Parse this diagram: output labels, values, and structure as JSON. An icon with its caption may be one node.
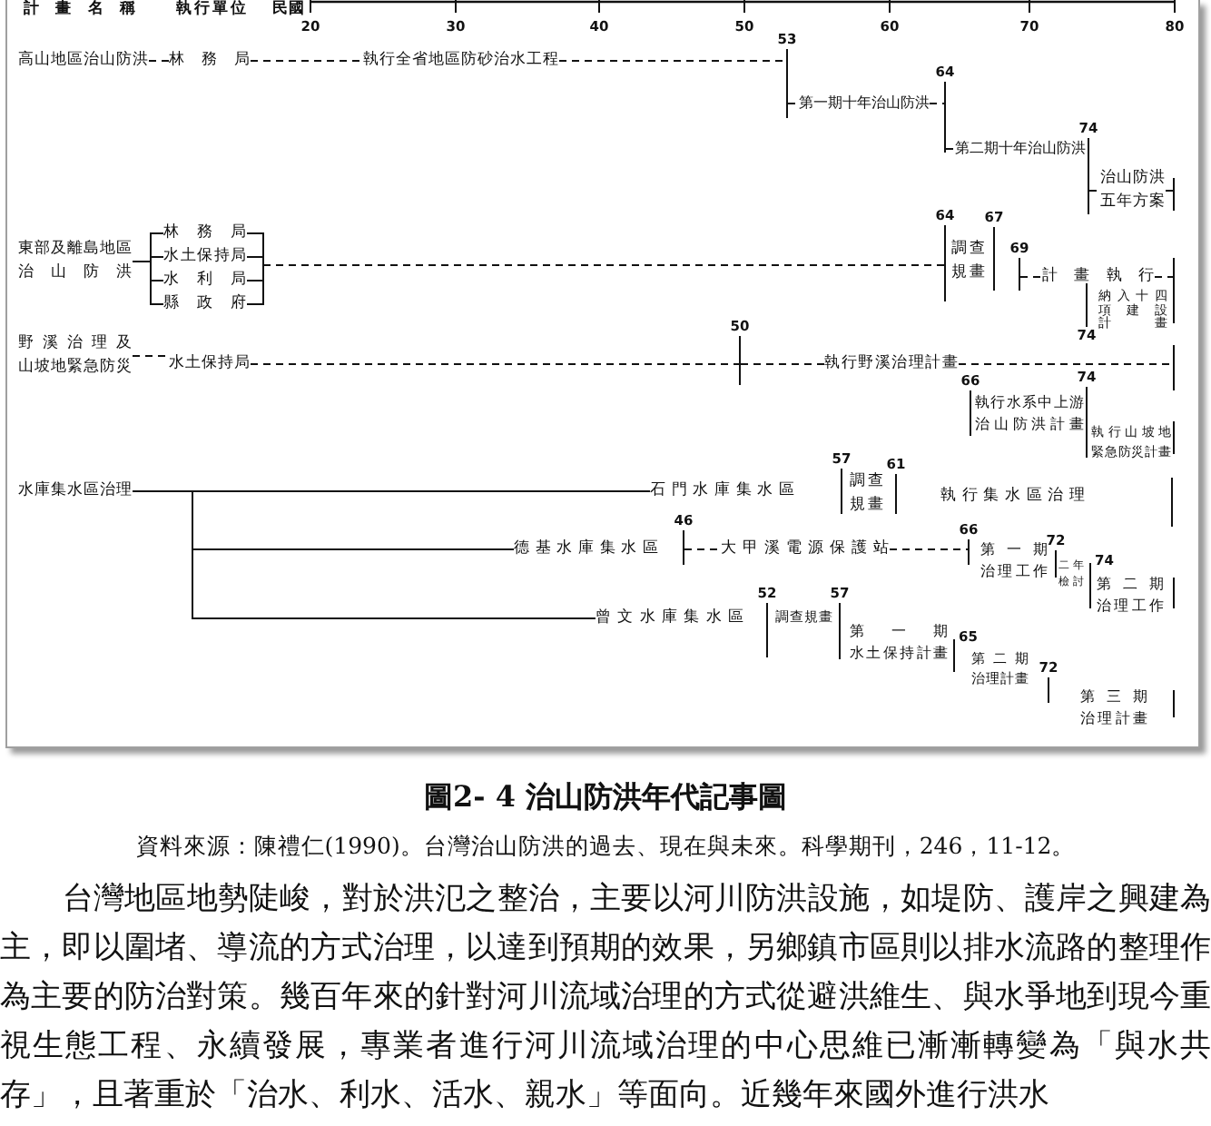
{
  "diagram": {
    "caption": "圖2- 4 治山防洪年代記事圖",
    "nodes": [
      {
        "text": [
          "高山地區治山防洪"
        ]
      },
      {
        "text": [
          "林務局"
        ]
      },
      {
        "text": [
          "執行全省地區防砂治水工程"
        ]
      },
      {
        "text": [],
        "shape": "bar",
        "beside": [
          "53"
        ]
      },
      {
        "text": [
          "第一期十年治山防洪"
        ]
      },
      {
        "text": [],
        "shape": "bar",
        "beside": [
          "64"
        ]
      },
      {
        "text": [
          "第二期十年治山防洪"
        ]
      },
      {
        "text": [],
        "shape": "bar",
        "beside": [
          "74"
        ]
      },
      {
        "text": [
          "治山防洪五年方案"
        ]
      },
      {
        "text": [],
        "shape": "bar"
      },
      {
        "text": [
          "東部及離島地區治山防洪"
        ]
      },
      {
        "text": [
          "林務局"
        ]
      },
      {
        "text": [
          "水土保持局"
        ]
      },
      {
        "text": [
          "水利局"
        ]
      },
      {
        "text": [
          "縣政府"
        ]
      },
      {
        "text": [],
        "shape": "bar",
        "beside": [
          "64"
        ]
      },
      {
        "text": [
          "調查規畫"
        ]
      },
      {
        "text": [],
        "shape": "bar",
        "beside": [
          "67"
        ]
      },
      {
        "text": [],
        "shape": "bar",
        "beside": [
          "69"
        ]
      },
      {
        "text": [
          "計畫執行"
        ]
      },
      {
        "text": [],
        "shape": "bar",
        "beside": [
          "74"
        ]
      },
      {
        "text": [
          "納入十四項建設計畫"
        ]
      },
      {
        "text": [],
        "shape": "bar"
      },
      {
        "text": [
          "野溪治理及山坡地緊急防災"
        ]
      },
      {
        "text": [
          "水土保持局"
        ]
      },
      {
        "text": [],
        "shape": "bar",
        "beside": [
          "50"
        ]
      },
      {
        "text": [
          "執行野溪治理計畫"
        ]
      },
      {
        "text": [],
        "shape": "bar"
      },
      {
        "text": [],
        "shape": "bar",
        "beside": [
          "66"
        ]
      },
      {
        "text": [
          "執行水系中上游治山防洪計畫"
        ]
      },
      {
        "text": [],
        "shape": "bar",
        "beside": [
          "74"
        ]
      },
      {
        "text": [
          "執行山坡地緊急防災計畫"
        ]
      },
      {
        "text": [],
        "shape": "bar"
      },
      {
        "text": [
          "水庫集水區治理"
        ]
      },
      {
        "text": [
          "石門水庫集水區"
        ]
      },
      {
        "text": [],
        "shape": "bar",
        "beside": [
          "57"
        ]
      },
      {
        "text": [
          "調查規畫"
        ]
      },
      {
        "text": [],
        "shape": "bar",
        "beside": [
          "61"
        ]
      },
      {
        "text": [
          "執行集水區治理"
        ]
      },
      {
        "text": [],
        "shape": "bar"
      },
      {
        "text": [
          "德基水庫集水區"
        ]
      },
      {
        "text": [],
        "shape": "bar",
        "beside": [
          "46"
        ]
      },
      {
        "text": [
          "大甲溪電源保護站"
        ]
      },
      {
        "text": [],
        "shape": "bar",
        "beside": [
          "66"
        ]
      },
      {
        "text": [
          "第一期治理工作"
        ]
      },
      {
        "text": [],
        "shape": "bar",
        "beside": [
          "72"
        ]
      },
      {
        "text": [
          "二年檢討"
        ]
      },
      {
        "text": [],
        "shape": "bar",
        "beside": [
          "74"
        ]
      },
      {
        "text": [
          "第二期治理工作"
        ]
      },
      {
        "text": [],
        "shape": "bar"
      },
      {
        "text": [
          "曾文水庫集水區"
        ]
      },
      {
        "text": [],
        "shape": "bar",
        "beside": [
          "52"
        ]
      },
      {
        "text": [
          "調查規畫"
        ]
      },
      {
        "text": [],
        "shape": "bar",
        "beside": [
          "57"
        ]
      },
      {
        "text": [
          "第一期水土保持計畫"
        ]
      },
      {
        "text": [],
        "shape": "bar",
        "beside": [
          "65"
        ]
      },
      {
        "text": [
          "第二期治理計畫"
        ]
      },
      {
        "text": [],
        "shape": "bar",
        "beside": [
          "72"
        ]
      },
      {
        "text": [
          "第三期治理計畫"
        ]
      },
      {
        "text": [],
        "shape": "bar"
      }
    ],
    "edges": [
      {
        "from": 0,
        "to": 1,
        "arrow": "none",
        "style": "dashed"
      },
      {
        "from": 1,
        "to": 2,
        "arrow": "none",
        "style": "dashed"
      },
      {
        "from": 2,
        "to": 3,
        "arrow": "none",
        "style": "dashed"
      },
      {
        "from": 3,
        "to": 4,
        "arrow": "none",
        "style": "dashed"
      },
      {
        "from": 4,
        "to": 5,
        "arrow": "none",
        "style": "dashed"
      },
      {
        "from": 5,
        "to": 6,
        "arrow": "none",
        "style": "dashed"
      },
      {
        "from": 7,
        "to": 8,
        "arrow": "none",
        "style": "dashed"
      },
      {
        "from": 8,
        "to": 9,
        "arrow": "none",
        "style": "dashed"
      },
      {
        "from": 10,
        "to": 11,
        "arrow": "none"
      },
      {
        "from": 10,
        "to": 12,
        "arrow": "none"
      },
      {
        "from": 10,
        "to": 13,
        "arrow": "none"
      },
      {
        "from": 10,
        "to": 14,
        "arrow": "none"
      },
      {
        "from": 11,
        "to": 15,
        "arrow": "none",
        "style": "dashed"
      },
      {
        "from": 12,
        "to": 15,
        "arrow": "none",
        "style": "dashed"
      },
      {
        "from": 13,
        "to": 15,
        "arrow": "none",
        "style": "dashed"
      },
      {
        "from": 14,
        "to": 15,
        "arrow": "none",
        "style": "dashed"
      },
      {
        "from": 18,
        "to": 19,
        "arrow": "none",
        "style": "dashed"
      },
      {
        "from": 19,
        "to": 22,
        "arrow": "none",
        "style": "dashed"
      },
      {
        "from": 23,
        "to": 24,
        "arrow": "none",
        "style": "dashed"
      },
      {
        "from": 24,
        "to": 25,
        "arrow": "none",
        "style": "dashed"
      },
      {
        "from": 25,
        "to": 26,
        "arrow": "none",
        "style": "dashed"
      },
      {
        "from": 26,
        "to": 27,
        "arrow": "none",
        "style": "dashed"
      },
      {
        "from": 33,
        "to": 34,
        "arrow": "none"
      },
      {
        "from": 33,
        "to": 40,
        "arrow": "none"
      },
      {
        "from": 33,
        "to": 50,
        "arrow": "none"
      },
      {
        "from": 41,
        "to": 42,
        "arrow": "none",
        "style": "dashed"
      },
      {
        "from": 42,
        "to": 43,
        "arrow": "none",
        "style": "dashed"
      }
    ],
    "labels": [
      "計畫名稱",
      "執行單位",
      "民國",
      "20",
      "30",
      "40",
      "50",
      "60",
      "70",
      "80",
      "資料來源：陳禮仁(1990)。台灣治山防洪的過去、現在與未來。科學期刊，246，11-12。",
      "台灣地區地勢陡峻，對於洪氾之整治，主要以河川防洪設施，如堤防、護岸之興建為主，即以圍堵、導流的方式治理，以達到預期的效果，另鄉鎮市區則以排水流路的整理作為主要的防治對策。幾百年來的針對河川流域治理的方式從避洪維生、與水爭地到現今重視生態工程、永續發展，專業者進行河川流域治理的中心思維已漸漸轉變為「與水共存」，且著重於「治水、利水、活水、親水」等面向。近幾年來國外進行洪水"
    ]
  }
}
